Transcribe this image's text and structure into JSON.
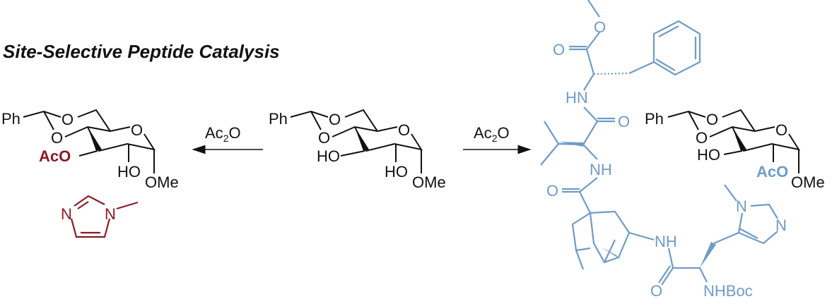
{
  "title": "Site-Selective Peptide Catalysis",
  "colors": {
    "catalyst": "#6f9bc8",
    "nmi_product": "#8b1a24",
    "default": "#111111"
  },
  "left_product": {
    "ph": "Ph",
    "o_top": "O",
    "o_low": "O",
    "o_ring": "O",
    "c3": "AcO",
    "c2": "HO",
    "c1": "OMe"
  },
  "nmi_catalyst": {
    "n1": "N",
    "n3": "N"
  },
  "left_arrow": {
    "reagent_main": "Ac",
    "reagent_sub": "2",
    "reagent_end": "O"
  },
  "starting_material": {
    "ph": "Ph",
    "o_top": "O",
    "o_low": "O",
    "o_ring": "O",
    "c3": "HO",
    "c2": "HO",
    "c1": "OMe"
  },
  "right_arrow": {
    "reagent_main": "Ac",
    "reagent_sub": "2",
    "reagent_end": "O"
  },
  "right_product": {
    "ph": "Ph",
    "o_top": "O",
    "o_low": "O",
    "o_ring": "O",
    "c3": "HO",
    "c2": "AcO",
    "c1": "OMe"
  },
  "peptide_catalyst": {
    "ester_o": "O",
    "carbonyl_o1": "O",
    "hn1": "HN",
    "carbonyl_o2": "O",
    "nh2": "NH",
    "carbonyl_o3": "O",
    "nh3": "NH",
    "carbonyl_o4": "O",
    "nhboc": "NHBoc",
    "im_n1": "N",
    "im_n3": "N"
  }
}
